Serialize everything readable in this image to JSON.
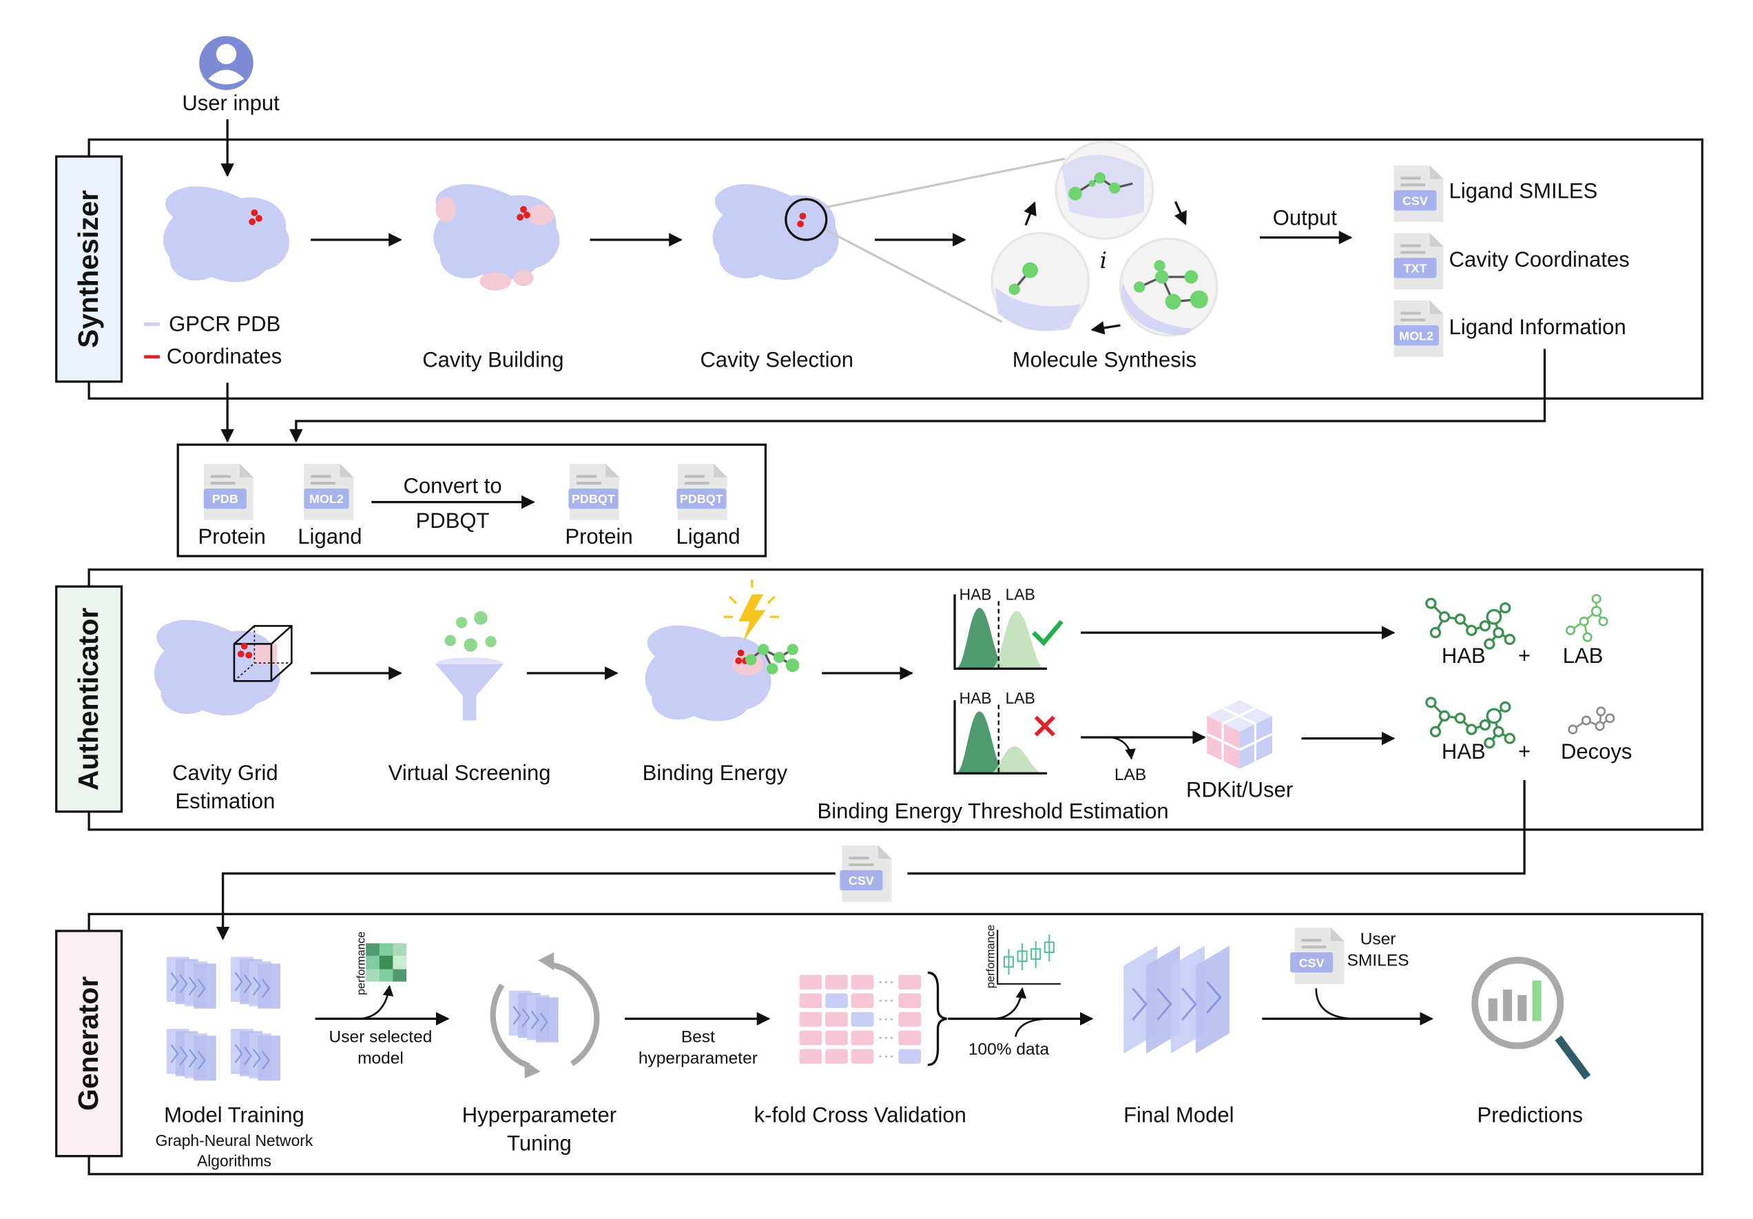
{
  "user": {
    "label": "User input"
  },
  "synthesizer": {
    "title": "Synthesizer",
    "legend": {
      "pdb": "GPCR PDB",
      "coords": "Coordinates"
    },
    "steps": {
      "cavity_building": "Cavity Building",
      "cavity_selection": "Cavity Selection",
      "molecule_synthesis": "Molecule Synthesis"
    },
    "iteration_symbol": "i",
    "output_label": "Output",
    "outputs": [
      {
        "tag": "CSV",
        "label": "Ligand SMILES"
      },
      {
        "tag": "TXT",
        "label": "Cavity Coordinates"
      },
      {
        "tag": "MOL2",
        "label": "Ligand Information"
      }
    ]
  },
  "conversion": {
    "protein_tag": "PDB",
    "ligand_tag": "MOL2",
    "out_tag": "PDBQT",
    "protein_label": "Protein",
    "ligand_label": "Ligand",
    "convert_line1": "Convert to",
    "convert_line2": "PDBQT"
  },
  "authenticator": {
    "title": "Authenticator",
    "steps": {
      "grid_line1": "Cavity Grid",
      "grid_line2": "Estimation",
      "virtual_screening": "Virtual Screening",
      "binding_energy": "Binding Energy"
    },
    "threshold_label": "Binding Energy Threshold Estimation",
    "hab": "HAB",
    "lab": "LAB",
    "lab_arrow": "LAB",
    "rdkit": "RDKit/User",
    "results": {
      "hab": "HAB",
      "plus": "+",
      "lab": "LAB",
      "decoys": "Decoys"
    }
  },
  "csv_tag": "CSV",
  "generator": {
    "title": "Generator",
    "model_training": "Model Training",
    "gnn_line1": "Graph-Neural Network",
    "gnn_line2": "Algorithms",
    "performance": "performance",
    "user_selected_line1": "User selected",
    "user_selected_line2": "model",
    "hp_line1": "Hyperparameter",
    "hp_line2": "Tuning",
    "best_line1": "Best",
    "best_line2": "hyperparameter",
    "kfold": "k-fold Cross Validation",
    "hundred": "100% data",
    "final_model": "Final Model",
    "user_smiles_line1": "User",
    "user_smiles_line2": "SMILES",
    "csv_tag": "CSV",
    "predictions": "Predictions"
  },
  "colors": {
    "protein": "#c7cdf5",
    "pocket": "#f4cad5",
    "coord": "#e02020",
    "molecule": "#6fd36f",
    "file_tag": "#a8b2ec",
    "hab_curve": "#4f9a6e",
    "lab_curve": "#bfe0b8",
    "check": "#23b04a",
    "cross": "#e0202a",
    "network": "#3e8f52"
  }
}
